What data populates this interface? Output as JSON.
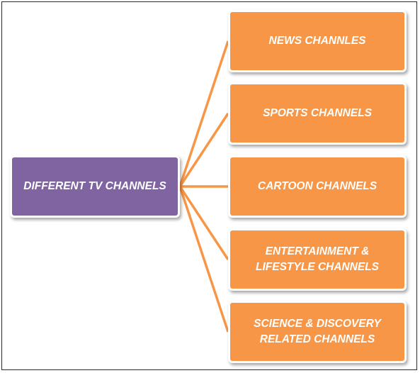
{
  "diagram": {
    "root": {
      "label": "DIFFERENT TV CHANNELS"
    },
    "children": [
      {
        "label": "NEWS CHANNLES"
      },
      {
        "label": "SPORTS CHANNELS"
      },
      {
        "label": "CARTOON CHANNELS"
      },
      {
        "label": "ENTERTAINMENT  &\nLIFESTYLE CHANNELS"
      },
      {
        "label": "SCIENCE & DISCOVERY\nRELATED CHANNELS"
      }
    ],
    "colors": {
      "root_fill": "#8064a2",
      "child_fill": "#f79646",
      "connector": "#f79646",
      "text": "#ffffff"
    }
  }
}
